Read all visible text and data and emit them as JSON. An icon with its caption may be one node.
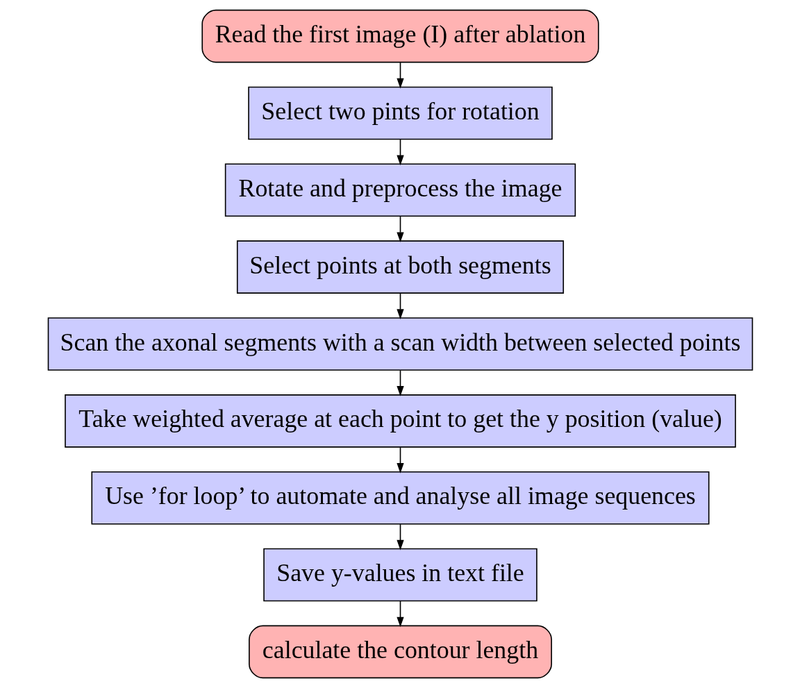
{
  "diagram": {
    "nodes": [
      {
        "text": [
          "Read the first image (I) after ablation"
        ]
      },
      {
        "text": [
          "Select two pints for rotation"
        ]
      },
      {
        "text": [
          "Rotate and preprocess the image"
        ]
      },
      {
        "text": [
          "Select points at both segments"
        ]
      },
      {
        "text": [
          "Scan the axonal segments with a scan width between selected points"
        ]
      },
      {
        "text": [
          "Take weighted average at each point to get the y position (value)"
        ]
      },
      {
        "text": [
          "Use ’for loop’ to automate and analyse all image sequences"
        ]
      },
      {
        "text": [
          "Save y-values in text file"
        ]
      },
      {
        "text": [
          "calculate the contour length"
        ]
      }
    ],
    "edges": [
      {
        "from": 0,
        "to": 1,
        "arrow": "to"
      },
      {
        "from": 1,
        "to": 2,
        "arrow": "to"
      },
      {
        "from": 2,
        "to": 3,
        "arrow": "to"
      },
      {
        "from": 3,
        "to": 4,
        "arrow": "to"
      },
      {
        "from": 4,
        "to": 5,
        "arrow": "to"
      },
      {
        "from": 5,
        "to": 6,
        "arrow": "to"
      },
      {
        "from": 6,
        "to": 7,
        "arrow": "to"
      },
      {
        "from": 7,
        "to": 8,
        "arrow": "to"
      }
    ]
  }
}
